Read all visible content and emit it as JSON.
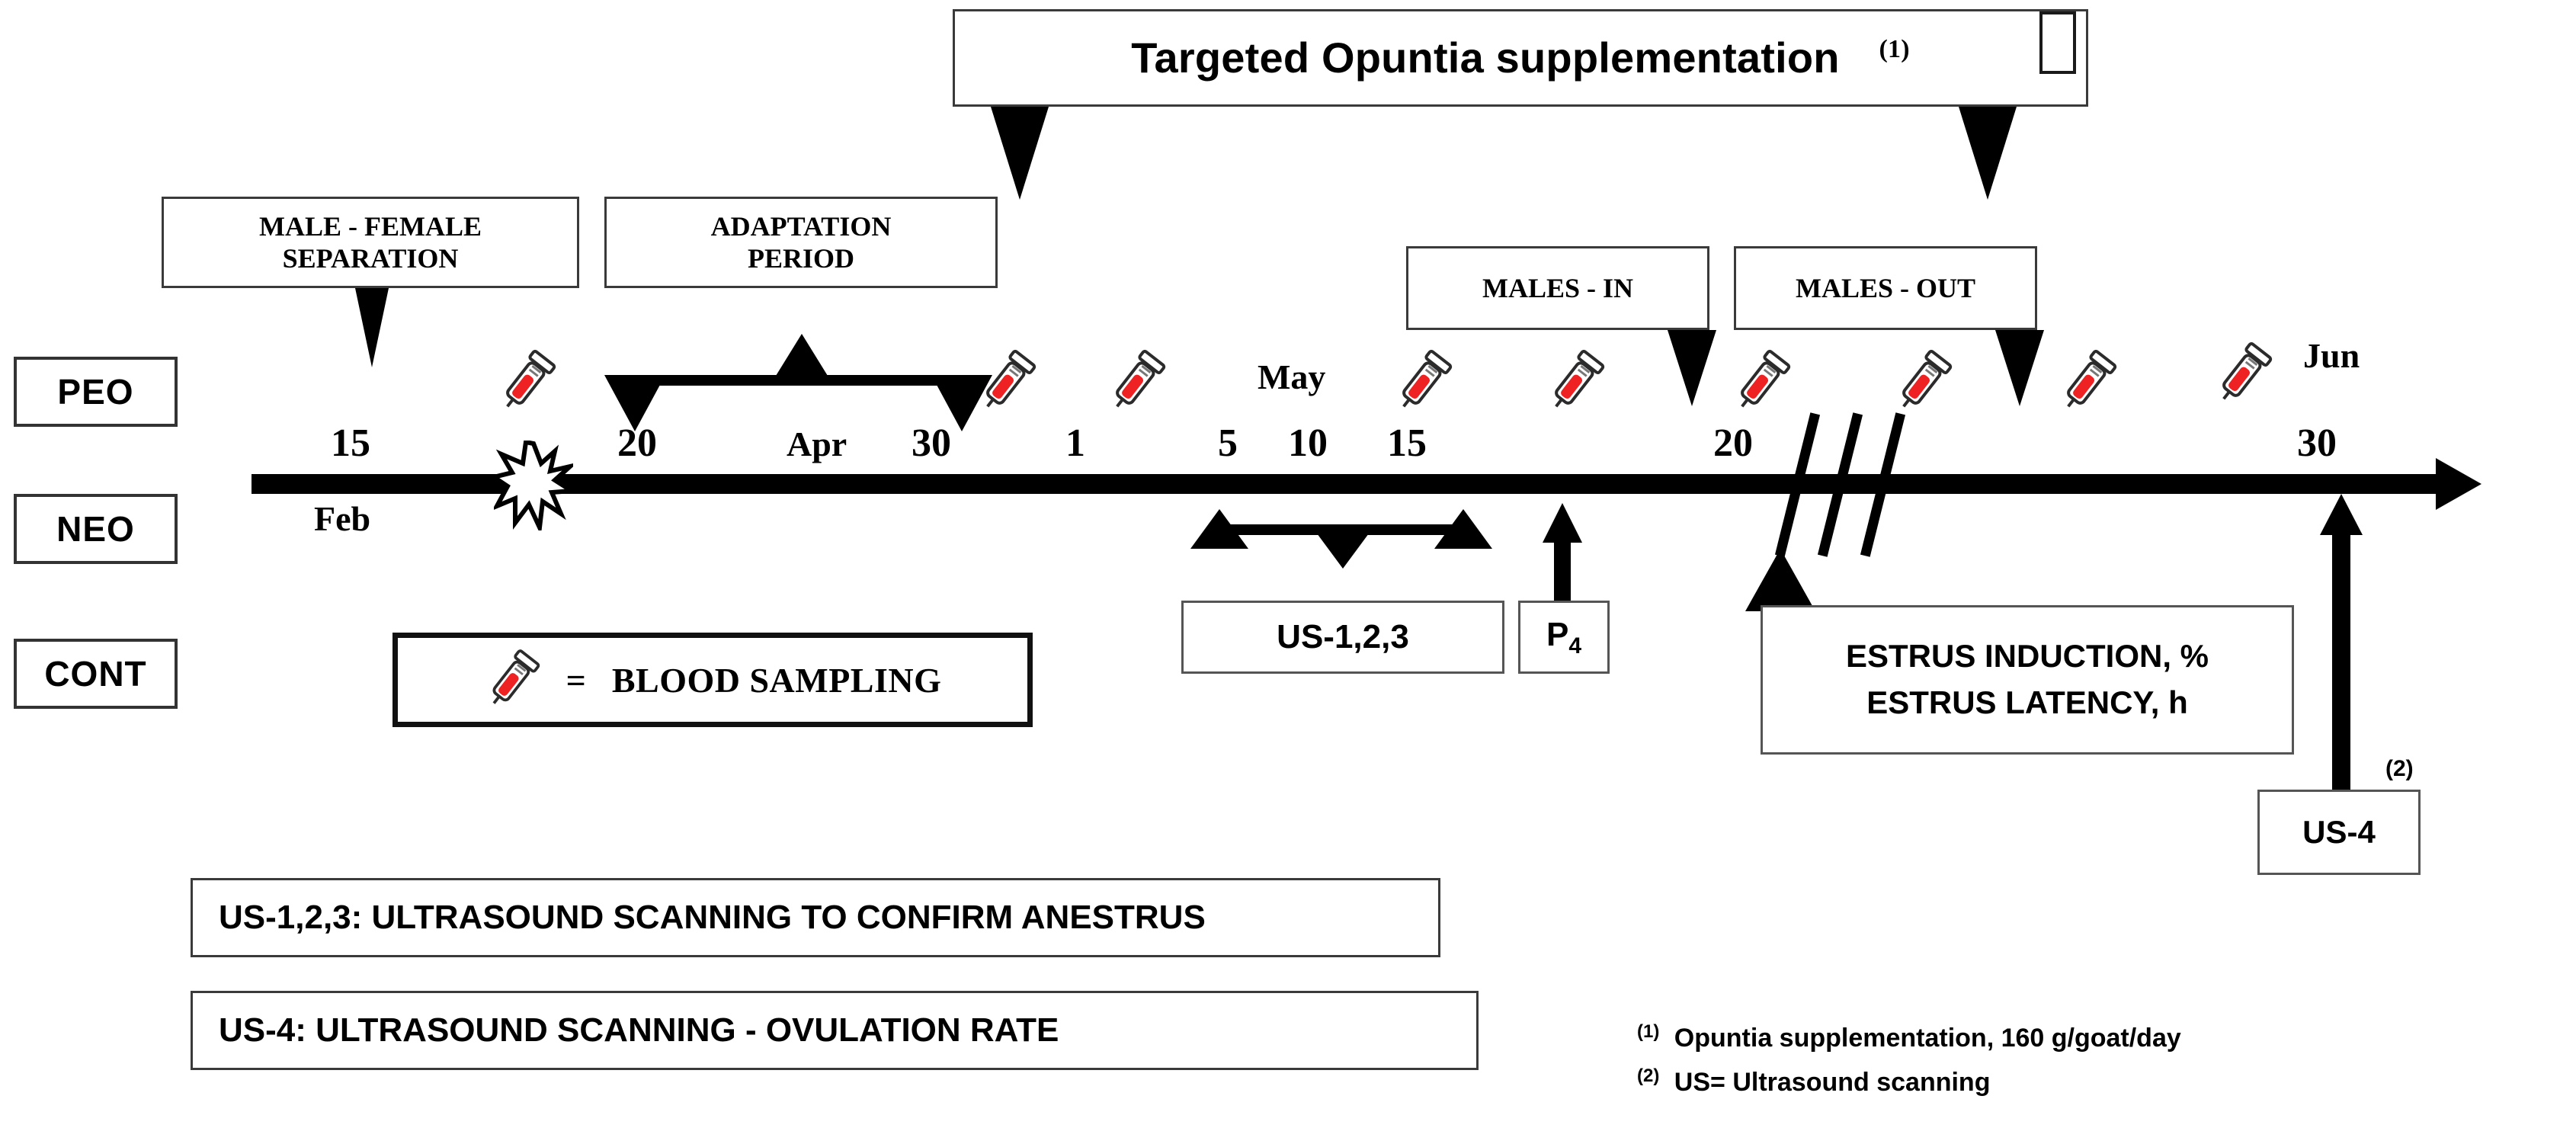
{
  "diagram": {
    "title": "Experimental timeline for targeted Opuntia supplementation in goats",
    "banner": {
      "label": "Targeted Opuntia supplementation",
      "footnote_marker": "(1)"
    },
    "group_tags": [
      {
        "label": "PEO"
      },
      {
        "label": "NEO"
      },
      {
        "label": "CONT"
      }
    ],
    "event_boxes": [
      {
        "id": "male-female-separation",
        "label_line1": "MALE - FEMALE",
        "label_line2": "SEPARATION"
      },
      {
        "id": "adaptation-period",
        "label_line1": "ADAPTATION",
        "label_line2": "PERIOD"
      },
      {
        "id": "males-in",
        "label_line1": "MALES - IN",
        "label_line2": ""
      },
      {
        "id": "males-out",
        "label_line1": "MALES - OUT",
        "label_line2": ""
      }
    ],
    "measurement_boxes": [
      {
        "id": "us-123",
        "label": "US-1,2,3"
      },
      {
        "id": "p4",
        "label": "P",
        "subscript": "4"
      },
      {
        "id": "estrus",
        "label_line1": "ESTRUS INDUCTION, %",
        "label_line2": "ESTRUS LATENCY, h"
      },
      {
        "id": "us-4",
        "label": "US-4",
        "footnote_marker": "(2)"
      }
    ],
    "timeline": {
      "days": [
        "15",
        "20",
        "30",
        "1",
        "5",
        "10",
        "15",
        "20",
        "30"
      ],
      "months": [
        "Feb",
        "Apr",
        "May",
        "Jun"
      ],
      "break_marks": 3,
      "arrow_direction": "right"
    },
    "blood_sampling_legend": {
      "equals": "=",
      "label": "BLOOD SAMPLING",
      "icon": "syringe-icon"
    },
    "definitions": [
      {
        "label": "US-1,2,3:  ULTRASOUND SCANNING TO CONFIRM ANESTRUS"
      },
      {
        "label": "US-4: ULTRASOUND SCANNING  -  OVULATION RATE"
      }
    ],
    "footnotes": [
      {
        "marker": "(1)",
        "text": "Opuntia supplementation, 160 g/goat/day"
      },
      {
        "marker": "(2)",
        "text": "US= Ultrasound scanning"
      }
    ],
    "colors": {
      "blood": "#ee2222",
      "ink": "#000000",
      "border": "#3a3a3a"
    }
  }
}
